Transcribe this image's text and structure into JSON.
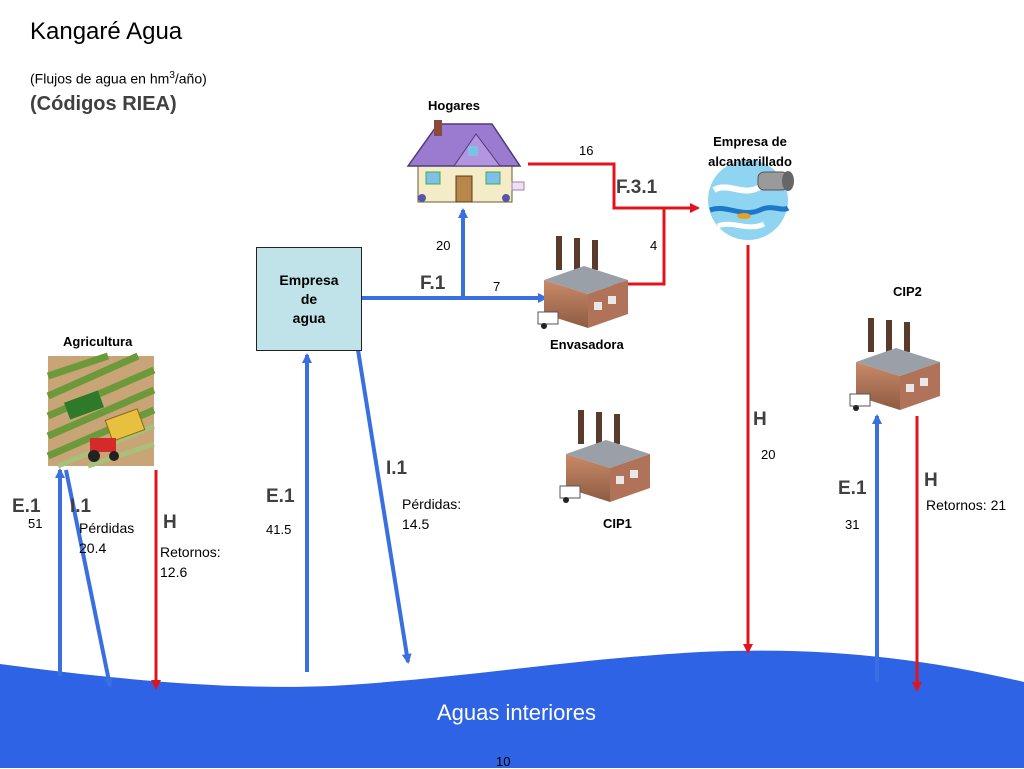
{
  "header": {
    "title": "Kangaré Agua",
    "subtitle_prefix": "(Flujos de agua en hm",
    "subtitle_sup": "3",
    "subtitle_suffix": "/año)",
    "codes_note": "(Códigos RIEA)"
  },
  "nodes": {
    "hogares": "Hogares",
    "alcantarillado_line1": "Empresa de",
    "alcantarillado_line2": "alcantarillado",
    "empresa_agua_line1": "Empresa",
    "empresa_agua_line2": "de",
    "empresa_agua_line3": "agua",
    "envasadora": "Envasadora",
    "agricultura": "Agricultura",
    "cip1": "CIP1",
    "cip2": "CIP2",
    "river": "Aguas interiores"
  },
  "flows": {
    "hogares_to_alcantarillado": "16",
    "code_f31": "F.3.1",
    "agua_to_hogares": "20",
    "envasadora_to_alcantarillado": "4",
    "code_f1": "F.1",
    "agua_to_envasadora": "7",
    "alcantarillado_h_code": "H",
    "alcantarillado_h_value": "20",
    "agua_i1_code": "I.1",
    "agua_i1_label": "Pérdidas:",
    "agua_i1_value": "14.5",
    "agua_e1_code": "E.1",
    "agua_e1_value": "41.5",
    "agr_e1_code": "E.1",
    "agr_e1_value": "51",
    "agr_i1_code": "I.1",
    "agr_i1_label": "Pérdidas",
    "agr_i1_value": "20.4",
    "agr_h_code": "H",
    "agr_h_label": "Retornos:",
    "agr_h_value": "12.6",
    "cip2_e1_code": "E.1",
    "cip2_e1_value": "31",
    "cip2_h_code": "H",
    "cip2_h_label": "Retornos: 21"
  },
  "footer": {
    "page_number": "10"
  },
  "colors": {
    "blue_flow": "#3a6fe0",
    "red_flow": "#e0141c",
    "river": "#2f63e6",
    "box_fill": "#bfe3e8"
  },
  "icons": [
    "house-icon",
    "sewage-pipe-icon",
    "factory-icon",
    "farm-harvest-icon"
  ]
}
